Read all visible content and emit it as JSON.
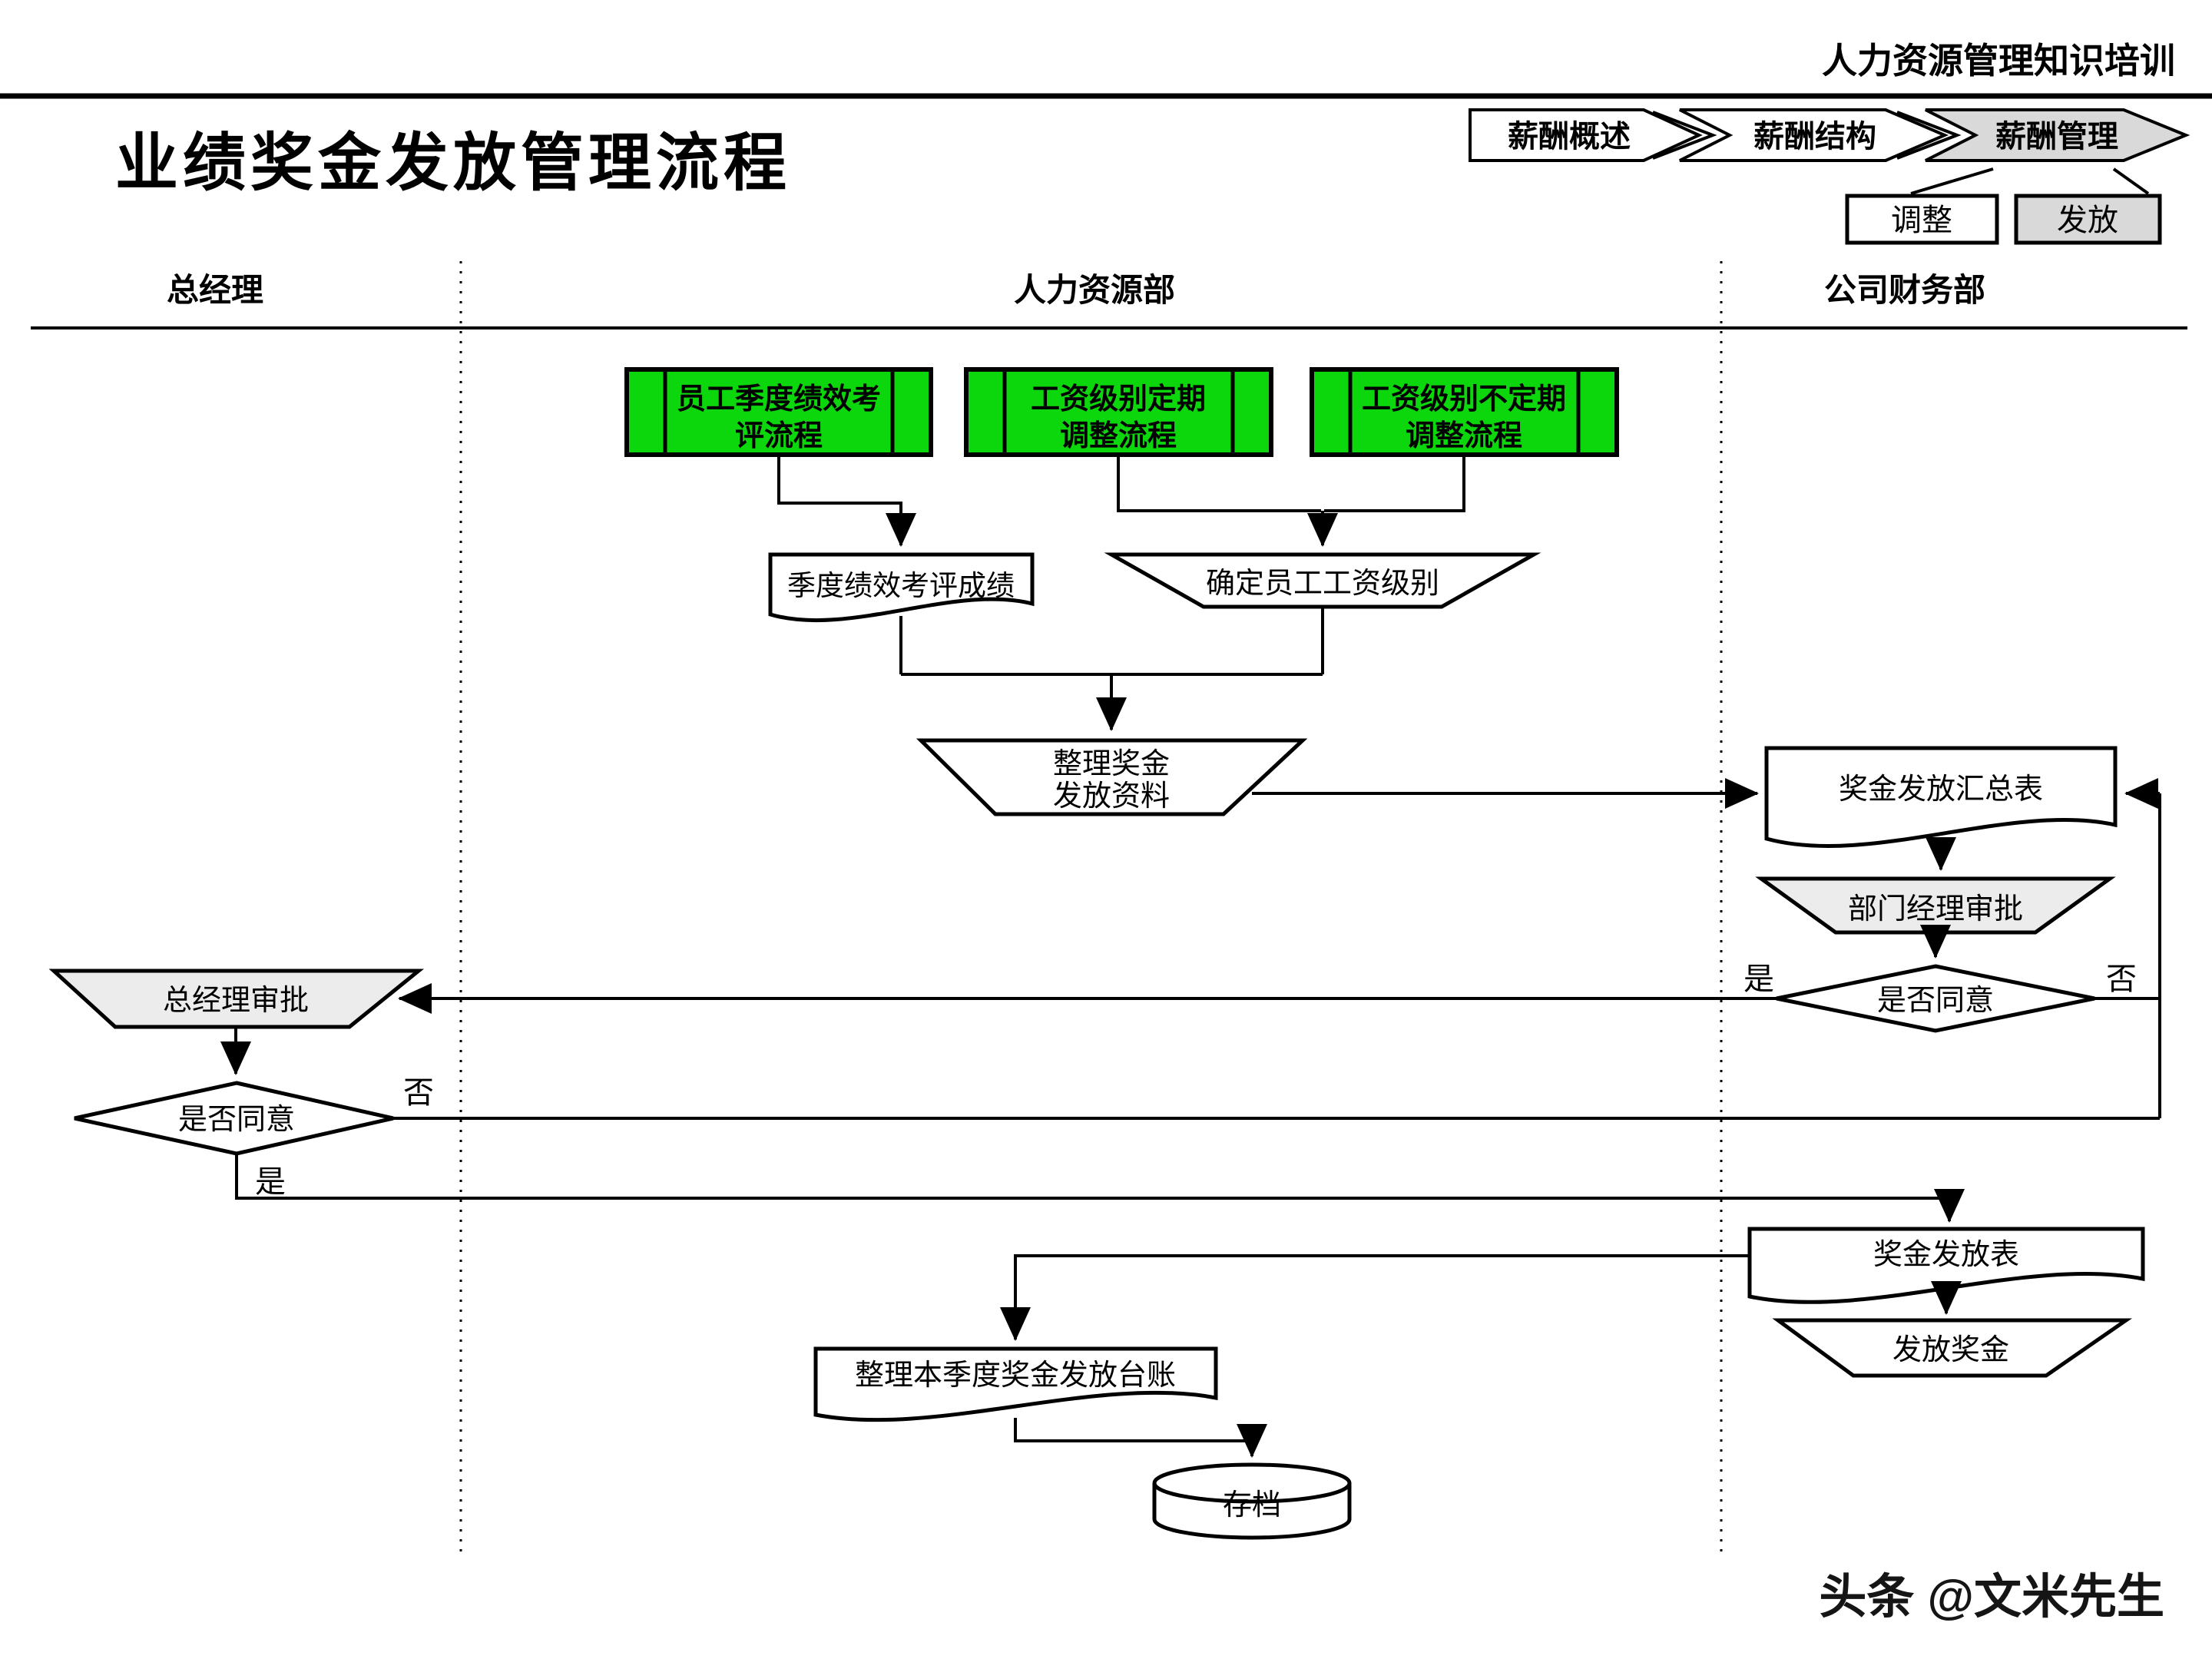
{
  "header": {
    "title": "人力资源管理知识培训"
  },
  "page_title": "业绩奖金发放管理流程",
  "breadcrumb": {
    "steps": [
      "薪酬概述",
      "薪酬结构",
      "薪酬管理"
    ],
    "active_step": "薪酬管理",
    "sub_tabs": [
      "调整",
      "发放"
    ],
    "active_tab": "发放"
  },
  "lanes": [
    "总经理",
    "人力资源部",
    "公司财务部"
  ],
  "nodes": {
    "perf_process": {
      "line1": "员工季度绩效考",
      "line2": "评流程"
    },
    "regular_adjust": {
      "line1": "工资级别定期",
      "line2": "调整流程"
    },
    "irregular_adjust": {
      "line1": "工资级别不定期",
      "line2": "调整流程"
    },
    "quarter_score": {
      "label": "季度绩效考评成绩"
    },
    "determine_level": {
      "label": "确定员工工资级别"
    },
    "organize_bonus": {
      "line1": "整理奖金",
      "line2": "发放资料"
    },
    "summary_table": {
      "label": "奖金发放汇总表"
    },
    "dept_manager_approval": {
      "label": "部门经理审批"
    },
    "dept_decision": {
      "label": "是否同意",
      "yes": "是",
      "no": "否"
    },
    "gm_approval": {
      "label": "总经理审批"
    },
    "gm_decision": {
      "label": "是否同意",
      "yes": "是",
      "no": "否"
    },
    "bonus_table": {
      "label": "奖金发放表"
    },
    "issue_bonus": {
      "label": "发放奖金"
    },
    "ledger": {
      "label": "整理本季度奖金发放台账"
    },
    "archive": {
      "label": "存档"
    }
  },
  "watermark": "头条 @文米先生",
  "colors": {
    "subprocess_green": "#0cd60c",
    "active_gray": "#d9d9d9",
    "approval_gray": "#ececec"
  }
}
